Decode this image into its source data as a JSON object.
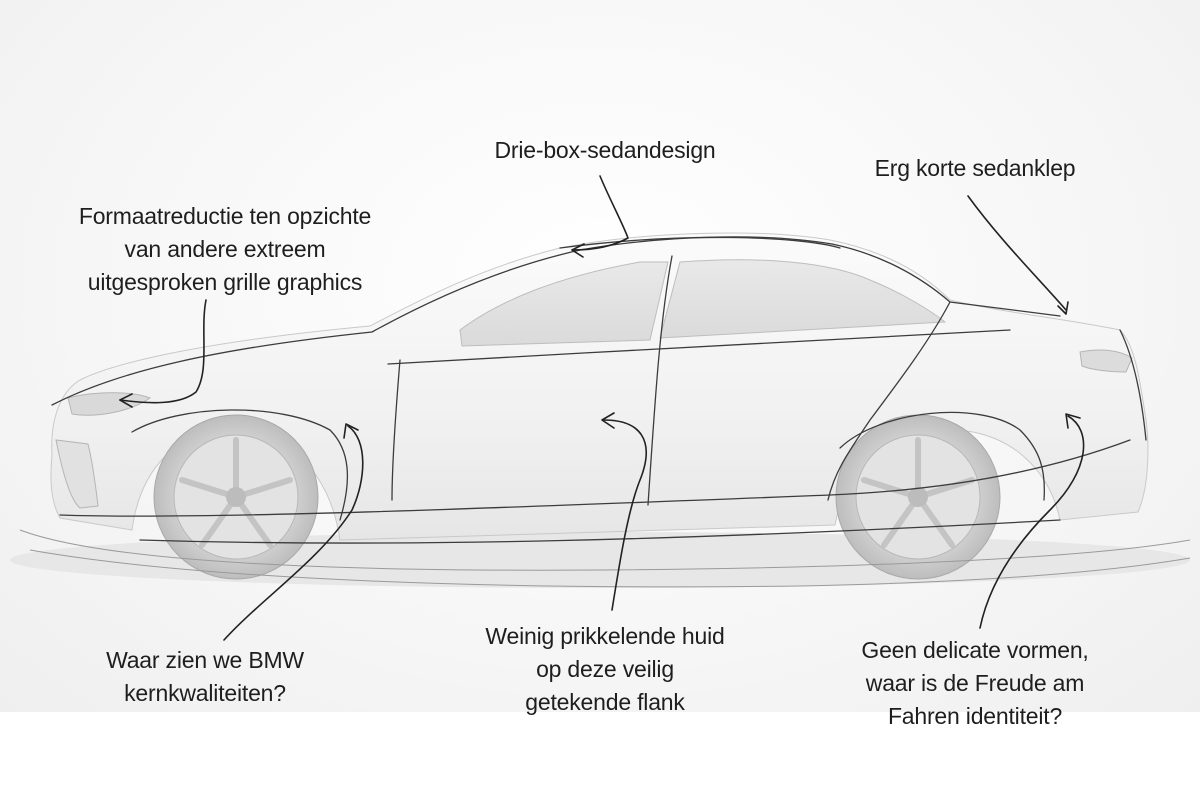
{
  "annotations": {
    "sedan_design": {
      "lines": [
        "Drie-box-sedandesign"
      ]
    },
    "short_trunk": {
      "lines": [
        "Erg korte sedanklep"
      ]
    },
    "grille": {
      "lines": [
        "Formaatreductie ten opzichte",
        "van andere extreem",
        "uitgesproken grille graphics"
      ]
    },
    "bmw_qualities": {
      "lines": [
        "Waar zien we BMW",
        "kernkwaliteiten?"
      ]
    },
    "flank": {
      "lines": [
        "Weinig prikkelende huid",
        "op deze veilig",
        "getekende flank"
      ]
    },
    "freude": {
      "lines": [
        "Geen delicate vormen,",
        "waar is de Freude am",
        "Fahren identiteit?"
      ]
    }
  },
  "colors": {
    "ink": "#1e1e1e",
    "car_body": "#f2f2f2",
    "car_glass": "#e4e4e4",
    "wheel": "#dcdcdc"
  }
}
